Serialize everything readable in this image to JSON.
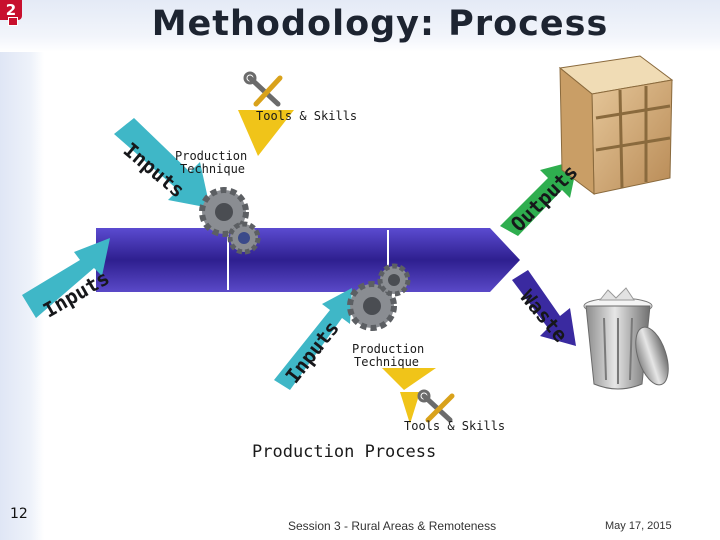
{
  "slide": {
    "badge": "2",
    "title": "Methodology: Process",
    "number": "12"
  },
  "top_tool": {
    "label": "Tools & Skills",
    "icon": "tools-icon"
  },
  "bottom_tool": {
    "label": "Tools & Skills",
    "icon": "tools-icon"
  },
  "top_technique": {
    "line1": "Production",
    "line2": "Technique"
  },
  "bottom_technique": {
    "line1": "Production",
    "line2": "Technique"
  },
  "arrows": {
    "left_inputs": "Inputs",
    "top_inputs": "Inputs",
    "bottom_inputs": "Inputs",
    "outputs": "Outputs",
    "waste": "Waste"
  },
  "caption": "Production Process",
  "footer": {
    "session": "Session 3 - Rural Areas & Remoteness",
    "date": "May 17, 2015"
  },
  "colors": {
    "band": "#3a2aa0",
    "teal": "#3fb7c7",
    "green": "#2fae4f",
    "yellow": "#f0c419",
    "accent": "#c8102e"
  }
}
